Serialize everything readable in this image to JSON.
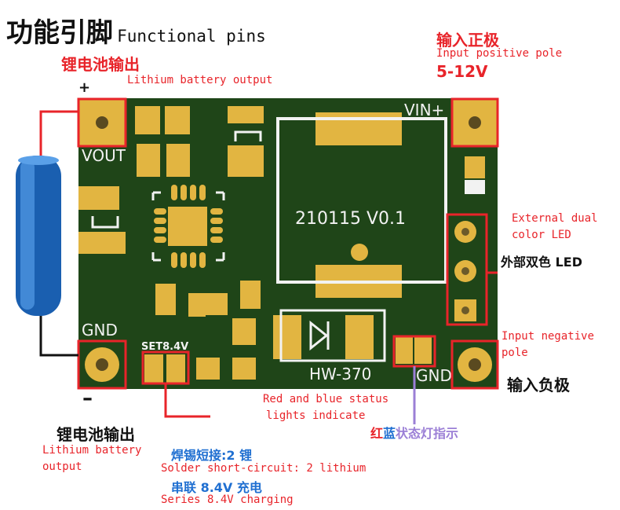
{
  "title": {
    "cn": "功能引脚",
    "en": "Functional pins"
  },
  "input_positive": {
    "cn": "输入正极",
    "en": "Input positive pole",
    "range": "5-12V"
  },
  "lithium_top": {
    "cn": "锂电池输出",
    "en": "Lithium battery output",
    "sign": "+"
  },
  "external_led": {
    "en_line1": "External dual",
    "en_line2": "color LED",
    "cn": "外部双色 LED"
  },
  "input_negative": {
    "en_line1": "Input negative",
    "en_line2": "pole",
    "cn": "输入负极"
  },
  "status_lights": {
    "en_line1": "Red and blue status",
    "en_line2": "lights indicate",
    "cn_red": "红",
    "cn_blue": "蓝",
    "cn_rest": "状态灯指示"
  },
  "lithium_bottom": {
    "cn": "锂电池输出",
    "en_line1": "Lithium battery",
    "en_line2": "output",
    "sign": "–"
  },
  "solder": {
    "cn": "焊锡短接:2 锂",
    "en": "Solder short-circuit: 2 lithium"
  },
  "series": {
    "cn": "串联 8.4V 充电",
    "en": "Series 8.4V charging"
  },
  "board": {
    "vin": "VIN+",
    "vout": "VOUT",
    "gnd_left": "GND",
    "gnd_right": "GND",
    "set": "SET8.4V",
    "version": "210115 V0.1",
    "model": "HW-370"
  },
  "colors": {
    "red": "#e8242a",
    "blue": "#1f6fd1",
    "pcb": "#1f4518",
    "pad": "#e2b541"
  }
}
